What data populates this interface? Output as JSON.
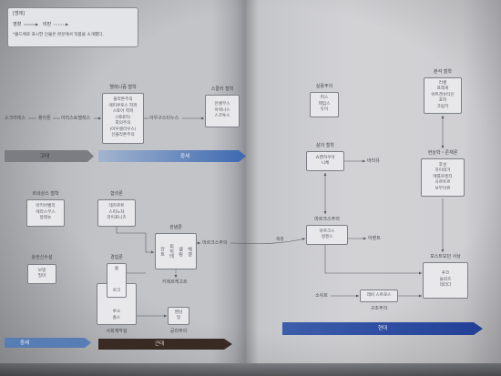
{
  "legend": {
    "title": "[범례]",
    "influence": "영향",
    "criticism": "비판",
    "note": "*볼드체로 표시한 인물은 본문에서 작품을 소개했다."
  },
  "ancient_lineage": [
    "소크라테스",
    "플라톤",
    "아리스토텔레스"
  ],
  "hellenism": {
    "title": "헬레니즘 철학",
    "members": [
      "플라톤주의",
      "에피쿠로스 학파",
      "스토아 학파",
      "(세네카)",
      "회의주의",
      "(아우렐리우스)",
      "신플라톤주의"
    ]
  },
  "augustine": "아우구스티누스",
  "scholasticism": {
    "title": "스콜라 철학",
    "members": [
      "안셀무스",
      "아퀴나스",
      "스코투스"
    ]
  },
  "renaissance": {
    "title": "르네상스 철학",
    "members": [
      "마키아벨리",
      "에라스무스",
      "몽테뉴"
    ]
  },
  "divine_right": {
    "title": "왕권신수설",
    "members": [
      "보댕",
      "필머"
    ]
  },
  "rationalism": {
    "title": "합리론",
    "members": [
      "데카르트",
      "스피노자",
      "라이프니츠"
    ]
  },
  "empiricism": {
    "title": "경험론",
    "members": [
      "흄",
      "로크"
    ]
  },
  "social_contract": {
    "title": "사회계약설",
    "members": [
      "루소",
      "홉스"
    ]
  },
  "idealism": {
    "title": "관념론",
    "members": [
      "칸트",
      "피히테",
      "셸링",
      "헤겔"
    ]
  },
  "to_marxism": "마르크스주의",
  "kierkegaard": "키에르케고르",
  "utilitarianism": {
    "title": "공리주의",
    "members": [
      "벤담",
      "밀"
    ]
  },
  "pragmatism": {
    "title": "실용주의",
    "members": [
      "퍼스",
      "제임스",
      "듀이"
    ]
  },
  "life_philosophy": {
    "title": "삶의 철학",
    "members": [
      "쇼펜하우어",
      "니체"
    ]
  },
  "bataille": "바타유",
  "marxism": {
    "title": "마르크스주의",
    "members": [
      "마르크스",
      "엥겔스"
    ]
  },
  "arendt": "아렌트",
  "gutter_label": "헤겔",
  "analytic": {
    "title": "분석 철학",
    "members": [
      "러셀",
      "프레게",
      "비트겐슈타인",
      "포퍼",
      "크립키"
    ]
  },
  "phenomenology": {
    "title": "현상학・존재론",
    "members": [
      "후설",
      "하이데거",
      "메를로퐁티",
      "사르트르",
      "보부아르"
    ]
  },
  "postmodern": {
    "title": "포스트모던 사상",
    "members": [
      "푸코",
      "들뢰즈",
      "데리다"
    ]
  },
  "structuralism": {
    "title": "구조주의",
    "members": [
      "레비 스트로스"
    ]
  },
  "saussure": "소쉬르",
  "eras": {
    "ancient": "고대",
    "medieval": "중세",
    "medieval_lower": "중세",
    "modern": "근대",
    "contemporary": "현대"
  },
  "colors": {
    "line": "#53565d",
    "ancient": "#7c7d82",
    "medieval_light": "#a3b4cf",
    "medieval_dark": "#3d69b1",
    "medieval_lower": "#587db5",
    "modern": "#3a2a24",
    "contemporary_light": "#3d5dab",
    "contemporary_dark": "#223f97"
  }
}
